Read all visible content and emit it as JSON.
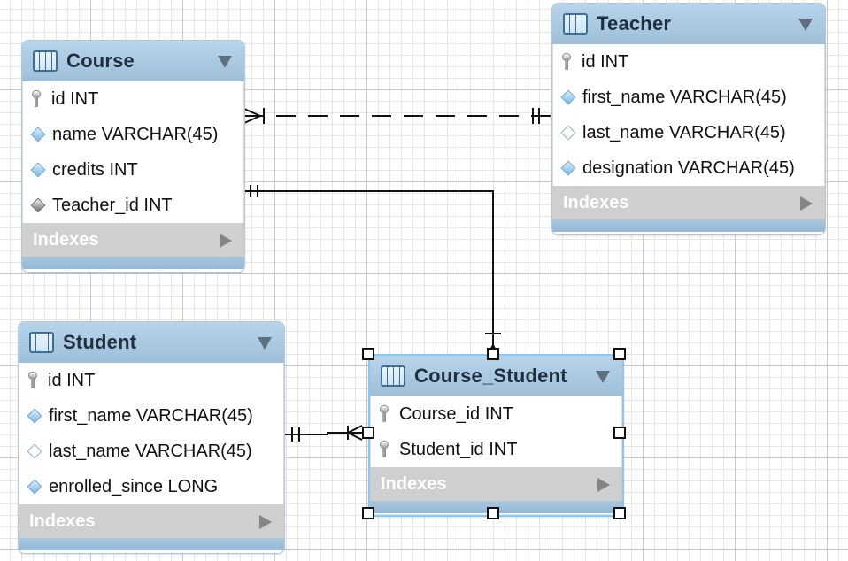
{
  "diagram": {
    "tables": [
      {
        "name": "Course",
        "columns": [
          {
            "text": "id INT",
            "icon": "key-icon"
          },
          {
            "text": "name VARCHAR(45)",
            "icon": "blue-diamond-icon"
          },
          {
            "text": "credits INT",
            "icon": "blue-diamond-icon"
          },
          {
            "text": "Teacher_id INT",
            "icon": "foreign-key-diamond-icon"
          }
        ],
        "indexes_label": "Indexes"
      },
      {
        "name": "Teacher",
        "columns": [
          {
            "text": "id INT",
            "icon": "key-icon"
          },
          {
            "text": "first_name VARCHAR(45)",
            "icon": "blue-diamond-icon"
          },
          {
            "text": "last_name VARCHAR(45)",
            "icon": "outline-diamond-icon"
          },
          {
            "text": "designation VARCHAR(45)",
            "icon": "blue-diamond-icon"
          }
        ],
        "indexes_label": "Indexes"
      },
      {
        "name": "Student",
        "columns": [
          {
            "text": "id INT",
            "icon": "key-icon"
          },
          {
            "text": "first_name VARCHAR(45)",
            "icon": "blue-diamond-icon"
          },
          {
            "text": "last_name VARCHAR(45)",
            "icon": "outline-diamond-icon"
          },
          {
            "text": "enrolled_since LONG",
            "icon": "blue-diamond-icon"
          }
        ],
        "indexes_label": "Indexes"
      },
      {
        "name": "Course_Student",
        "columns": [
          {
            "text": "Course_id INT",
            "icon": "key-icon"
          },
          {
            "text": "Student_id INT",
            "icon": "key-icon"
          }
        ],
        "indexes_label": "Indexes"
      }
    ],
    "relationships": [
      {
        "from": "Course",
        "to": "Teacher",
        "style": "dashed"
      },
      {
        "from": "Course",
        "to": "Course_Student",
        "style": "solid"
      },
      {
        "from": "Student",
        "to": "Course_Student",
        "style": "solid"
      }
    ]
  }
}
